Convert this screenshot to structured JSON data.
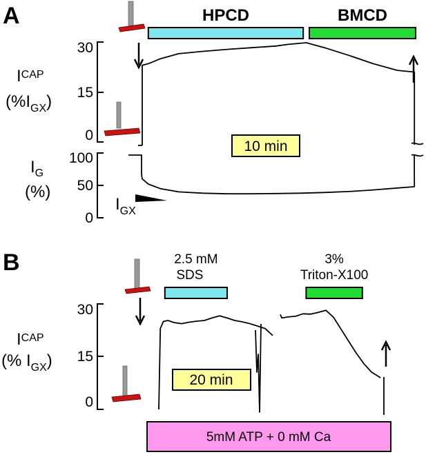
{
  "panel_a_letter": "A",
  "panel_b_letter": "B",
  "colors": {
    "hpcd": "#7ee8ee",
    "bmcd": "#22dd33",
    "scale_bar": "#ffff99",
    "buffer_bar": "#ff99ee",
    "pipette_base": "#cc1111",
    "pipette_rod": "#999999"
  },
  "icons": [
    "pipette-icon",
    "arrow-down-icon",
    "arrow-up-icon",
    "arrowhead-icon"
  ],
  "chart_data": [
    {
      "type": "line",
      "panel": "A",
      "ylabel": "ICAP (%IGX)",
      "ylabel_parts": {
        "main": "I",
        "sub": "CAP",
        "open": "(%I",
        "sub2": "GX",
        "close": ")"
      },
      "yticks": [
        "30",
        "15",
        "0"
      ],
      "ylim": [
        0,
        30
      ],
      "treatments": [
        {
          "label": "HPCD",
          "start_min": 1.0,
          "end_min": 26.5
        },
        {
          "label": "BMCD",
          "start_min": 27.5,
          "end_min": 45.0
        }
      ],
      "scale_bar": "10 min",
      "x_min": [
        0,
        1,
        3,
        6,
        10,
        14,
        18,
        22,
        24,
        27,
        30,
        34,
        38,
        42,
        44.8
      ],
      "series": [
        {
          "values": [
            23,
            23.5,
            25,
            26.5,
            27.2,
            27.8,
            28.3,
            28.8,
            29.3,
            29.8,
            28.3,
            26,
            23.5,
            21.5,
            21
          ]
        }
      ],
      "trace_start_min": 0,
      "trace_end_min": 44.8
    },
    {
      "type": "line",
      "panel": "A",
      "ylabel": "IG (%)",
      "ylabel_parts": {
        "main": "I",
        "sub": "G",
        "second": "(%)"
      },
      "yticks": [
        "100",
        "50",
        "0"
      ],
      "ylim": [
        0,
        100
      ],
      "arrow_label_parts": {
        "main": "I",
        "sub": "GX"
      },
      "x_min": [
        0,
        1,
        3,
        6,
        10,
        14,
        18,
        22,
        26,
        30,
        34,
        38,
        42,
        44.8
      ],
      "series": [
        {
          "values": [
            60,
            52,
            45,
            40,
            38,
            37,
            37,
            37.5,
            38,
            39,
            40.5,
            43,
            46,
            48
          ]
        }
      ]
    },
    {
      "type": "line",
      "panel": "B",
      "ylabel": "ICAP (% IGX)",
      "ylabel_parts": {
        "main": "I",
        "sub": "CAP",
        "open": "(% I",
        "sub2": "GX",
        "close": ")"
      },
      "yticks": [
        "30",
        "15",
        "0"
      ],
      "ylim": [
        0,
        30
      ],
      "treatments": [
        {
          "label_lines": [
            "2.5 mM",
            "SDS"
          ],
          "start_min": 4.0,
          "end_min": 45.0
        },
        {
          "label_lines": [
            "3%",
            "Triton-X100"
          ],
          "start_min": 97.0,
          "end_min": 134.0
        }
      ],
      "buffer": "5mM ATP + 0 mM Ca",
      "scale_bar": "20 min",
      "segments": [
        {
          "x_min": [
            0,
            1,
            3,
            6,
            10,
            15,
            20,
            25,
            30,
            35,
            40,
            45,
            50,
            55,
            60,
            65,
            70,
            75
          ],
          "values": [
            0,
            23,
            25,
            25.3,
            24.7,
            24.4,
            24.8,
            25.1,
            25.3,
            26,
            26.6,
            26,
            25.3,
            24.9,
            24.4,
            23.7,
            23,
            21
          ]
        },
        {
          "x_min": [
            80,
            81,
            85,
            90,
            95,
            100,
            105,
            110,
            115,
            120,
            125,
            130,
            135,
            140,
            146
          ],
          "values": [
            27,
            26,
            26.3,
            26.5,
            27.2,
            27.1,
            27.6,
            28.2,
            26.2,
            22.8,
            19.4,
            16,
            13,
            10.6,
            9
          ]
        }
      ]
    }
  ]
}
